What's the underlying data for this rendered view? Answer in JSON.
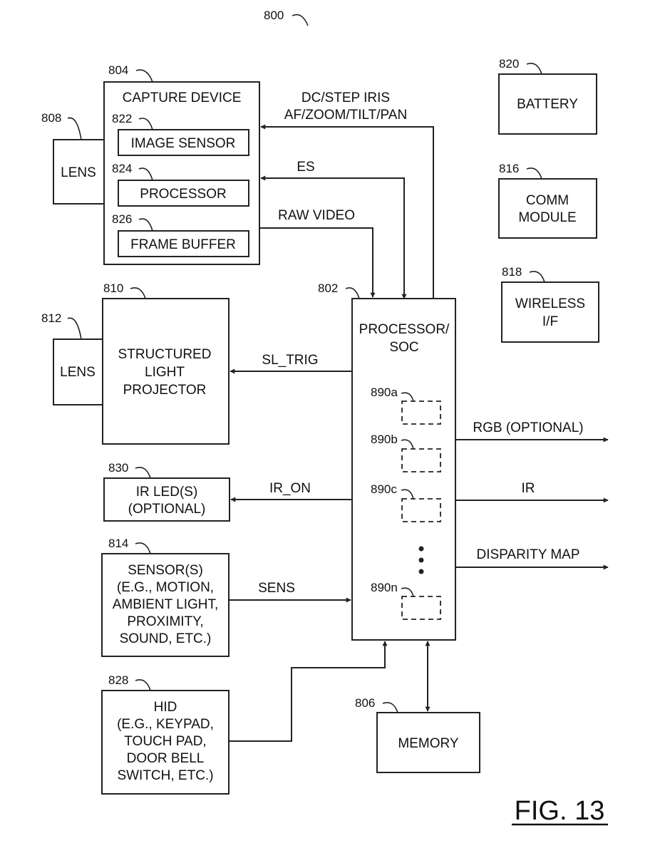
{
  "figure": {
    "ref": "800",
    "caption": "FIG. 13"
  },
  "capture_device": {
    "ref": "804",
    "title": "CAPTURE DEVICE",
    "image_sensor": {
      "ref": "822",
      "label": "IMAGE SENSOR"
    },
    "processor": {
      "ref": "824",
      "label": "PROCESSOR"
    },
    "frame_buffer": {
      "ref": "826",
      "label": "FRAME BUFFER"
    }
  },
  "lens_top": {
    "ref": "808",
    "label": "LENS"
  },
  "lens_bottom": {
    "ref": "812",
    "label": "LENS"
  },
  "structured_light_projector": {
    "ref": "810",
    "lines": [
      "STRUCTURED",
      "LIGHT",
      "PROJECTOR"
    ]
  },
  "ir_leds": {
    "ref": "830",
    "lines": [
      "IR LED(S)",
      "(OPTIONAL)"
    ]
  },
  "sensors": {
    "ref": "814",
    "lines": [
      "SENSOR(S)",
      "(E.G., MOTION,",
      "AMBIENT LIGHT,",
      "PROXIMITY,",
      "SOUND, ETC.)"
    ]
  },
  "hid": {
    "ref": "828",
    "lines": [
      "HID",
      "(E.G., KEYPAD,",
      "TOUCH PAD,",
      "DOOR BELL",
      "SWITCH, ETC.)"
    ]
  },
  "processor_soc": {
    "ref": "802",
    "lines": [
      "PROCESSOR/",
      "SOC"
    ],
    "sub_blocks": [
      {
        "ref": "890a"
      },
      {
        "ref": "890b"
      },
      {
        "ref": "890c"
      },
      {
        "ref": "890n"
      }
    ]
  },
  "memory": {
    "ref": "806",
    "label": "MEMORY"
  },
  "battery": {
    "ref": "820",
    "label": "BATTERY"
  },
  "comm_module": {
    "ref": "816",
    "lines": [
      "COMM",
      "MODULE"
    ]
  },
  "wireless_if": {
    "ref": "818",
    "lines": [
      "WIRELESS",
      "I/F"
    ]
  },
  "signals": {
    "dc_step_iris": "DC/STEP IRIS",
    "af_zoom_tilt_pan": "AF/ZOOM/TILT/PAN",
    "es": "ES",
    "raw_video": "RAW VIDEO",
    "sl_trig": "SL_TRIG",
    "ir_on": "IR_ON",
    "sens": "SENS",
    "rgb_optional": "RGB (OPTIONAL)",
    "ir": "IR",
    "disparity_map": "DISPARITY MAP"
  }
}
